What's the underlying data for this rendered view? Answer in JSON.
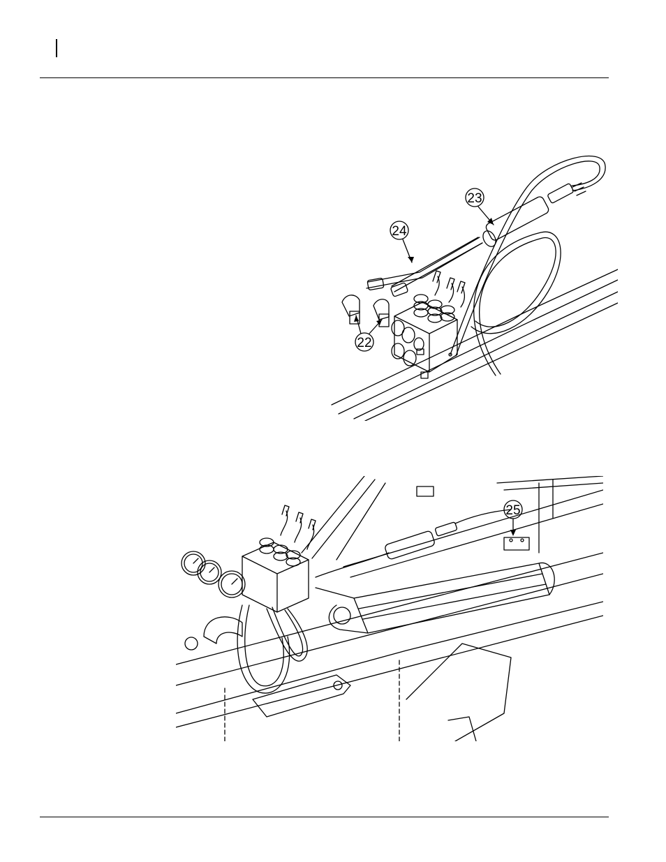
{
  "figure_1": {
    "callouts": [
      {
        "number": "24"
      },
      {
        "number": "23"
      },
      {
        "number": "22"
      }
    ]
  },
  "figure_2": {
    "callouts": [
      {
        "number": "25"
      }
    ]
  }
}
